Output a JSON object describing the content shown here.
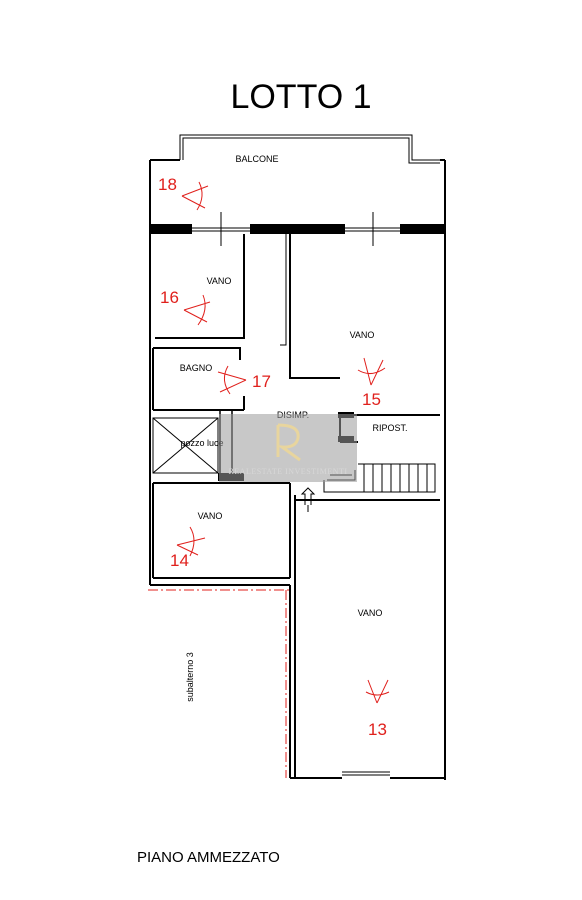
{
  "title": "LOTTO 1",
  "footer": "PIANO AMMEZZATO",
  "rooms": {
    "balcone": "BALCONE",
    "vano_top_left": "VANO",
    "vano_top_right": "VANO",
    "bagno": "BAGNO",
    "disimpegno": "DISIMP.",
    "ripostiglio": "RIPOST.",
    "pozzo_luce": "pozzo luce",
    "vano_bottom_left": "VANO",
    "vano_bottom_right": "VANO",
    "subalterno": "subalterno 3"
  },
  "photo_points": {
    "p18": "18",
    "p16": "16",
    "p17": "17",
    "p15": "15",
    "p14": "14",
    "p13": "13"
  },
  "watermark": {
    "logo": "R",
    "text": "REALESTATE INVESTIMENTI"
  },
  "colors": {
    "walls": "#000000",
    "photo_markers": "#e0201c",
    "watermark": "#a9a9a9"
  }
}
